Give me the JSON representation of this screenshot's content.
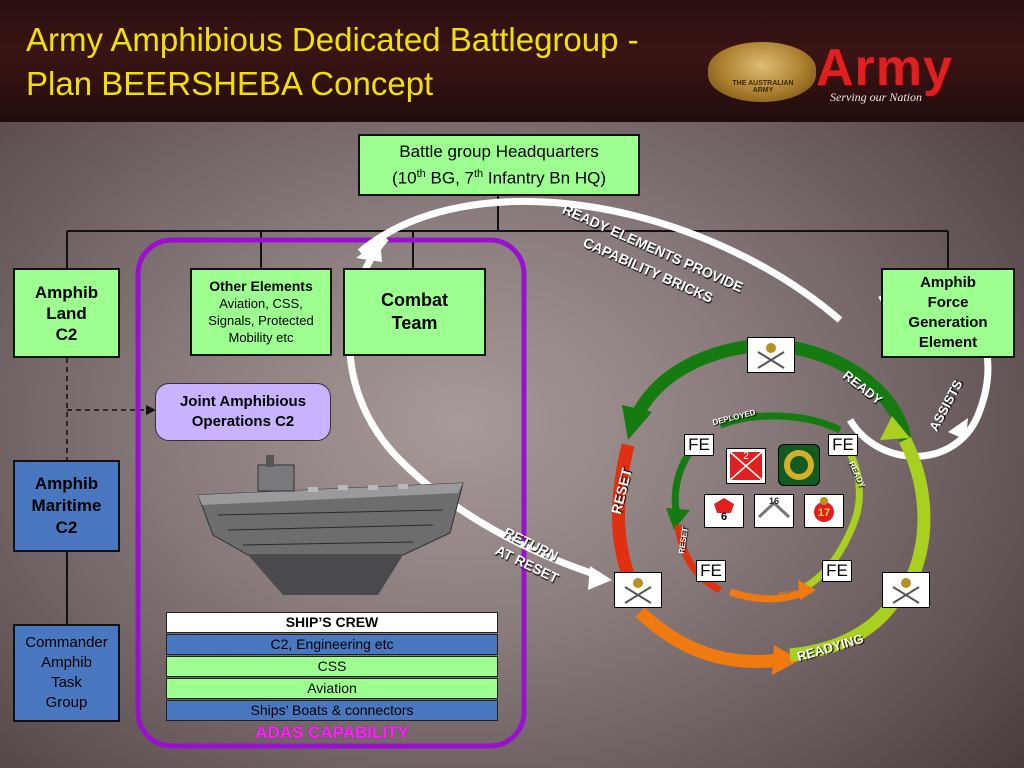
{
  "header": {
    "title_line1": "Army Amphibious Dedicated Battlegroup -",
    "title_line2": "Plan BEERSHEBA Concept",
    "logo_word": "Army",
    "logo_tagline": "Serving our Nation",
    "badge_text": "THE AUSTRALIAN ARMY"
  },
  "hq": {
    "line1": "Battle group Headquarters",
    "line2_a": "(10",
    "line2_sup1": "th",
    "line2_b": " BG, 7",
    "line2_sup2": "th",
    "line2_c": " Infantry Bn HQ)"
  },
  "boxes": {
    "amphib_land": [
      "Amphib",
      "Land",
      "C2"
    ],
    "other_title": "Other Elements",
    "other_body": [
      "Aviation, CSS,",
      "Signals, Protected",
      "Mobility etc"
    ],
    "combat_team": [
      "Combat",
      "Team"
    ],
    "force_gen": [
      "Amphib",
      "Force",
      "Generation",
      "Element"
    ],
    "joint": [
      "Joint Amphibious",
      "Operations C2"
    ],
    "maritime": [
      "Amphib",
      "Maritime",
      "C2"
    ],
    "commander": [
      "Commander",
      "Amphib",
      "Task",
      "Group"
    ]
  },
  "ship_crew": {
    "title": "SHIP’S CREW",
    "rows": [
      "C2, Engineering etc",
      "CSS",
      "Aviation",
      "Ships’ Boats & connectors"
    ],
    "footer": "ADAS CAPABILITY"
  },
  "cycle": {
    "ready_elements_1": "READY ELEMENTS PROVIDE",
    "ready_elements_2": "CAPABILITY BRICKS",
    "return_1": "RETURN",
    "return_2": "AT RESET",
    "ready": "READY",
    "assists": "ASSISTS",
    "reset": "RESET",
    "readying": "READYING",
    "deployed": "DEPLOYED",
    "inner_ready": "READY",
    "inner_reset": "RESET",
    "inner_readying": "READYING",
    "fe": "FE",
    "unit_2": "2",
    "unit_6": "6",
    "unit_16": "16",
    "unit_17": "17"
  },
  "colors": {
    "title": "#f2e000",
    "green_box": "#9dff90",
    "blue_box": "#4a78c0",
    "lavender_box": "#c9b2ff",
    "purple_frame": "#9a10d0",
    "ready_green": "#157a10",
    "reset_red": "#e03010",
    "readying_orange": "#f07a10",
    "lime": "#a8d020",
    "adas_text": "#ff20ff"
  }
}
